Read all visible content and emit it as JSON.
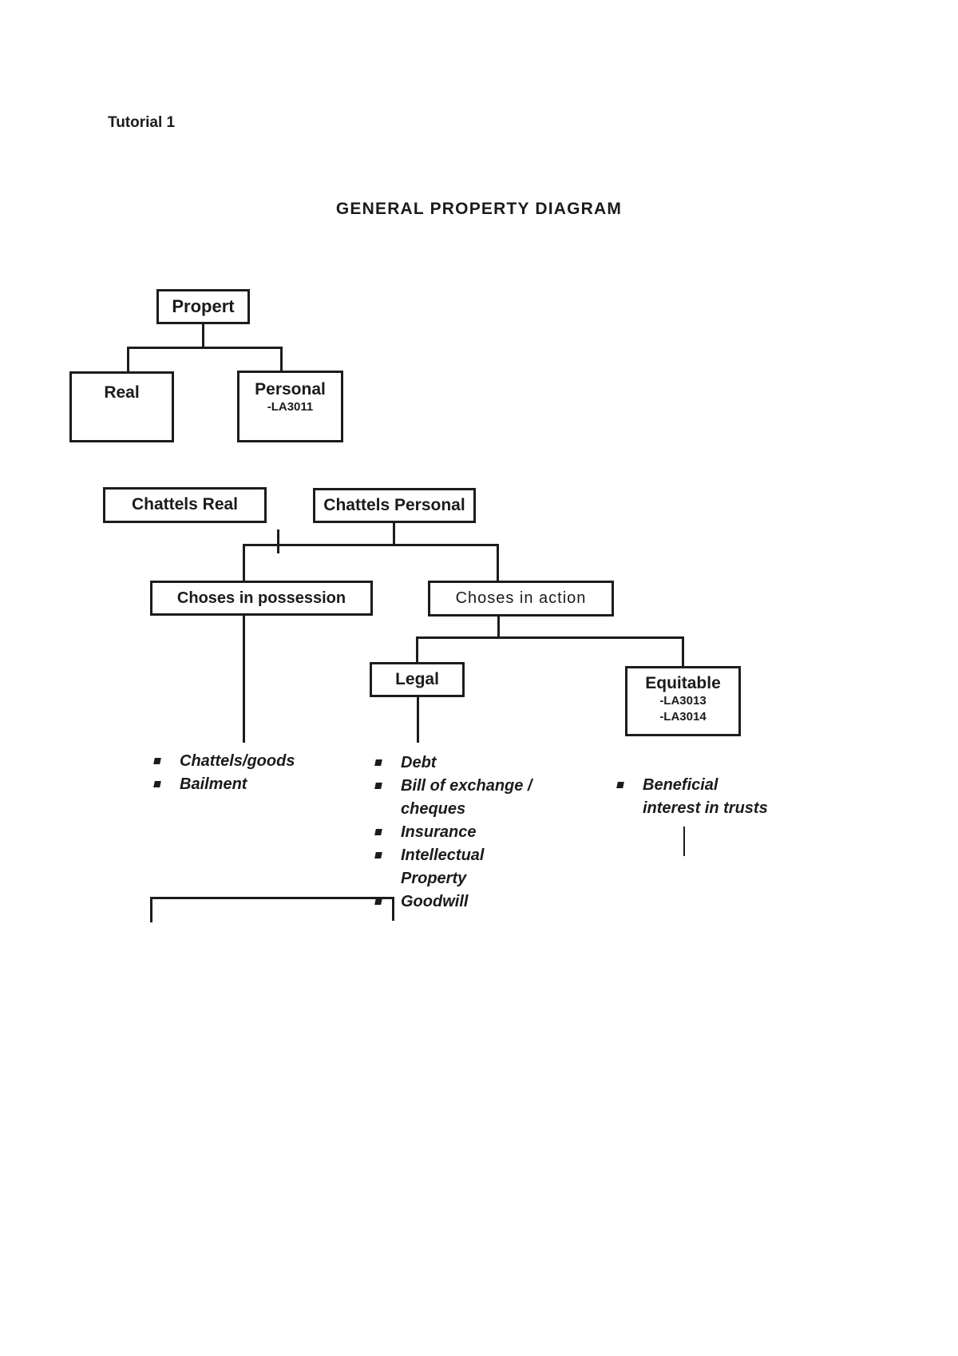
{
  "page": {
    "tutorial_label": "Tutorial 1",
    "title": "GENERAL PROPERTY DIAGRAM"
  },
  "diagram": {
    "nodes": {
      "property": {
        "label": "Propert"
      },
      "real": {
        "label": "Real"
      },
      "personal": {
        "label": "Personal",
        "code": "-LA3011"
      },
      "chattels_real": {
        "label": "Chattels Real"
      },
      "chattels_personal": {
        "label": "Chattels Personal"
      },
      "choses_possession": {
        "label": "Choses in possession"
      },
      "choses_action": {
        "label": "Choses in action"
      },
      "legal": {
        "label": "Legal"
      },
      "equitable": {
        "label": "Equitable",
        "codes": [
          "-LA3013",
          "-LA3014"
        ]
      }
    },
    "lists": {
      "possession_items": [
        "Chattels/goods",
        "Bailment"
      ],
      "legal_items": [
        "Debt",
        "Bill of exchange / cheques",
        "Insurance",
        "Intellectual Property",
        "Goodwill"
      ],
      "equitable_items": [
        "Beneficial interest in trusts"
      ]
    },
    "colors": {
      "ink": "#1c1c1c",
      "background": "#ffffff"
    }
  }
}
